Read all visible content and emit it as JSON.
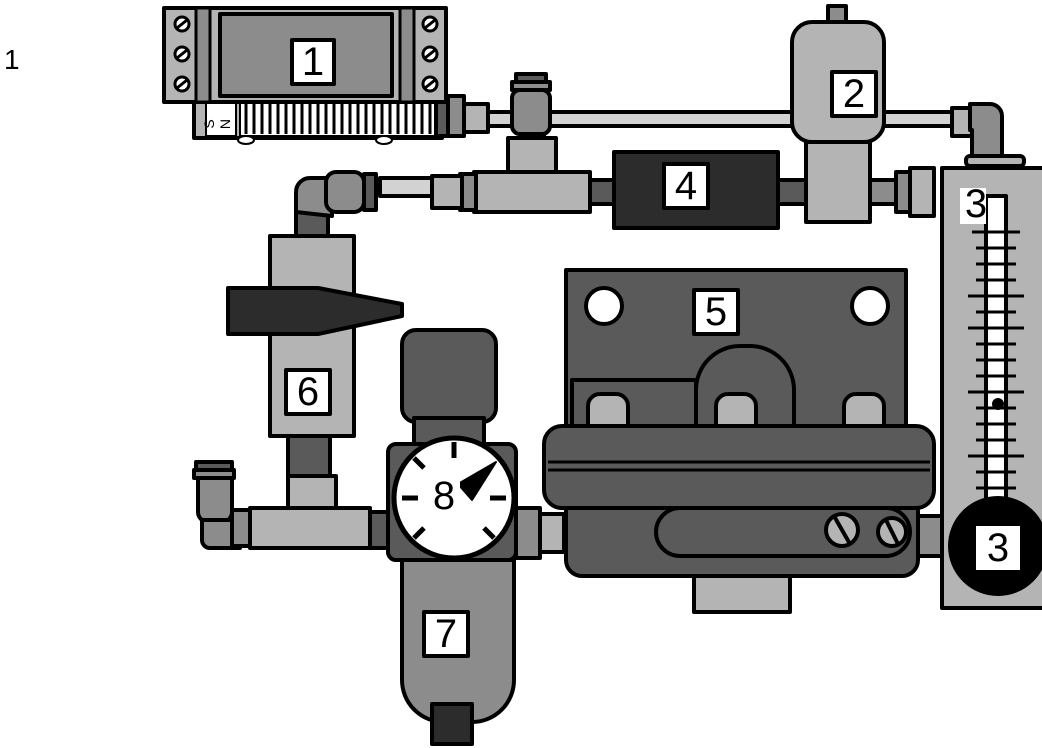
{
  "page_number": "1",
  "components": {
    "c1": {
      "label": "1"
    },
    "c2": {
      "label": "2"
    },
    "c3_tube": {
      "label": "3"
    },
    "c3_knob": {
      "label": "3"
    },
    "c4": {
      "label": "4"
    },
    "c5": {
      "label": "5"
    },
    "c6": {
      "label": "6"
    },
    "c7": {
      "label": "7"
    },
    "c8": {
      "label": "8"
    }
  },
  "terminal_markings": [
    "S",
    "N"
  ],
  "colors": {
    "light_gray": "#b4b4b4",
    "mid_gray": "#8c8c8c",
    "dark_gray": "#5a5a5a",
    "very_dark": "#2c2c2c",
    "outline": "#000000",
    "tube": "#d2d2d2"
  }
}
